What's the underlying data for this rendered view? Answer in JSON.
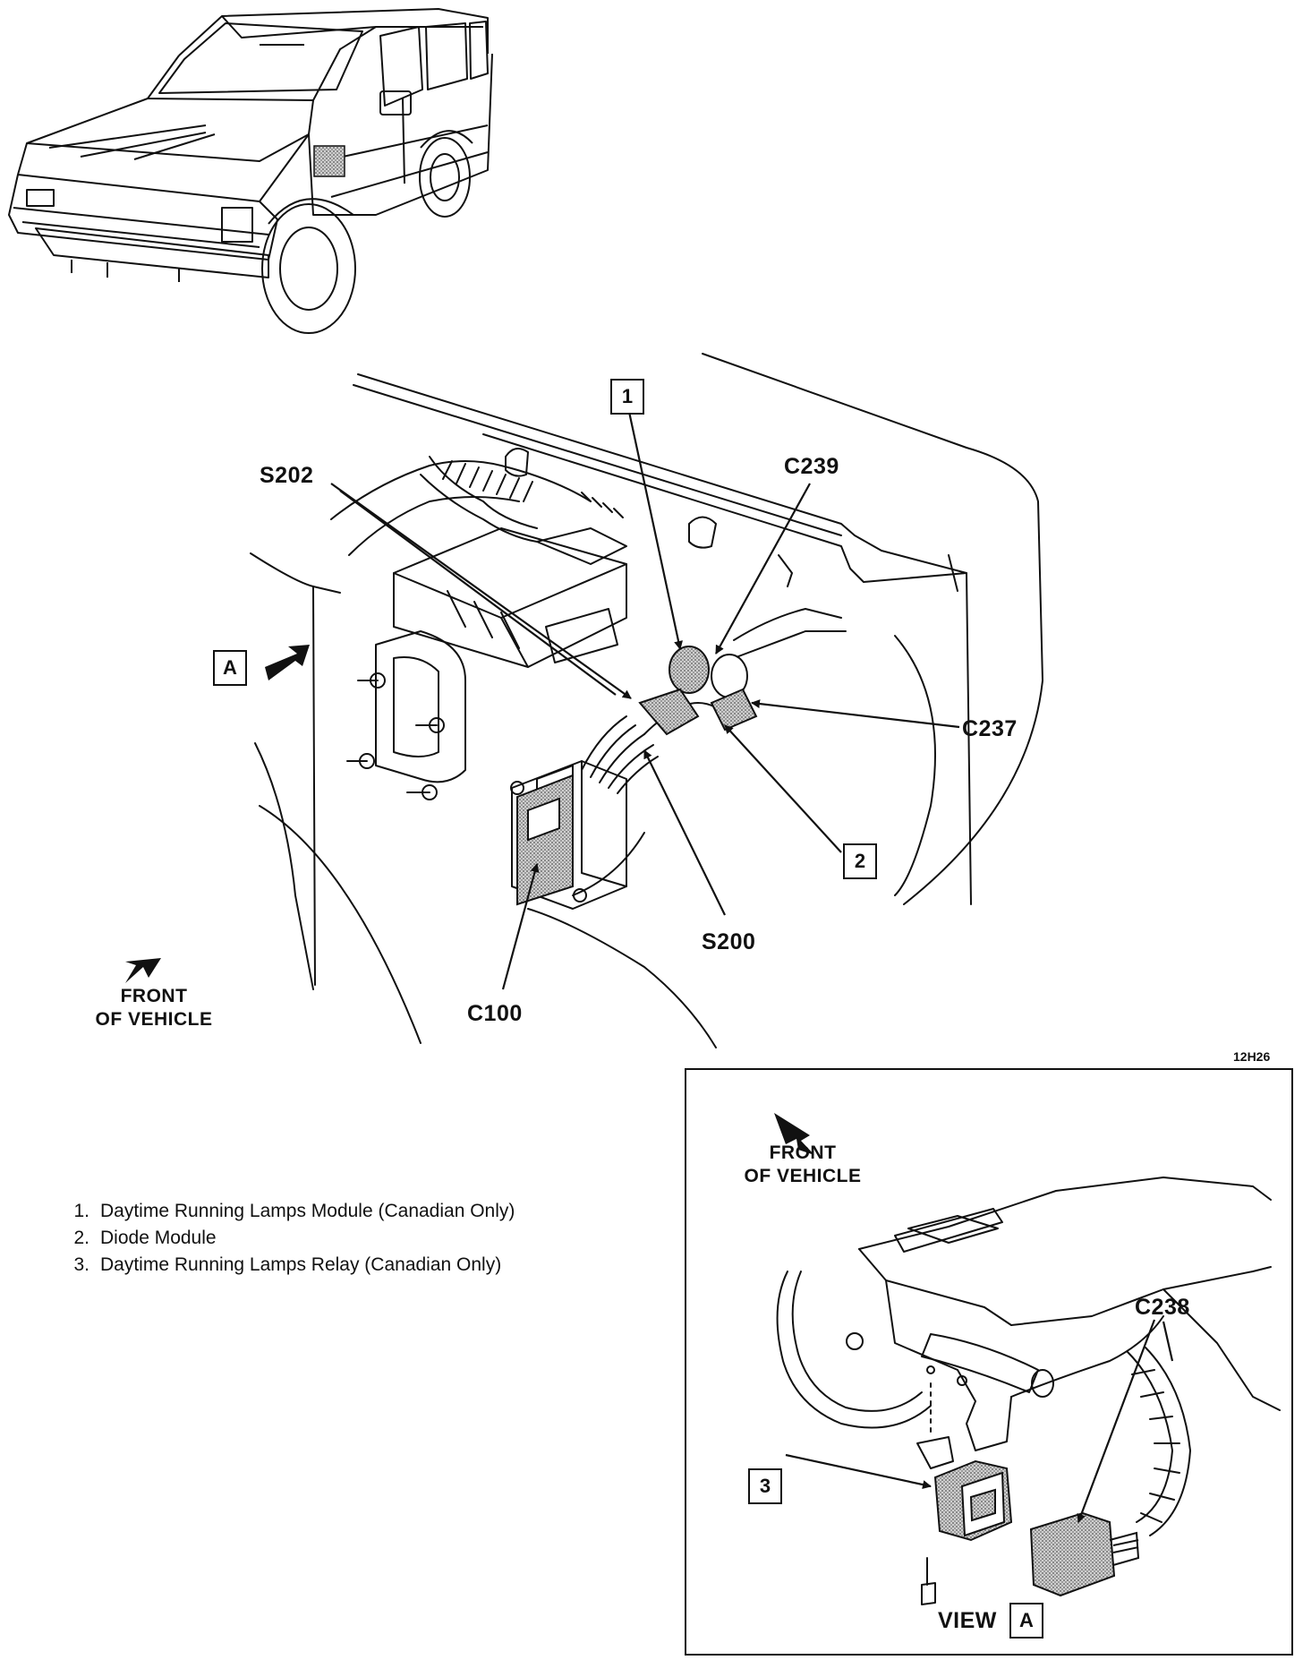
{
  "labels": {
    "s202": "S202",
    "c239": "C239",
    "c237": "C237",
    "s200": "S200",
    "c100": "C100",
    "c238": "C238"
  },
  "callouts": {
    "one": "1",
    "two": "2",
    "three": "3",
    "a_main": "A",
    "a_view": "A"
  },
  "front_of_vehicle": {
    "line1": "FRONT",
    "line2": "OF VEHICLE"
  },
  "figure_code": "12H26",
  "view_label": "VIEW",
  "legend": [
    {
      "num": "1.",
      "text": "Daytime Running Lamps Module (Canadian Only)"
    },
    {
      "num": "2.",
      "text": "Diode Module"
    },
    {
      "num": "3.",
      "text": "Daytime Running Lamps Relay (Canadian Only)"
    }
  ]
}
